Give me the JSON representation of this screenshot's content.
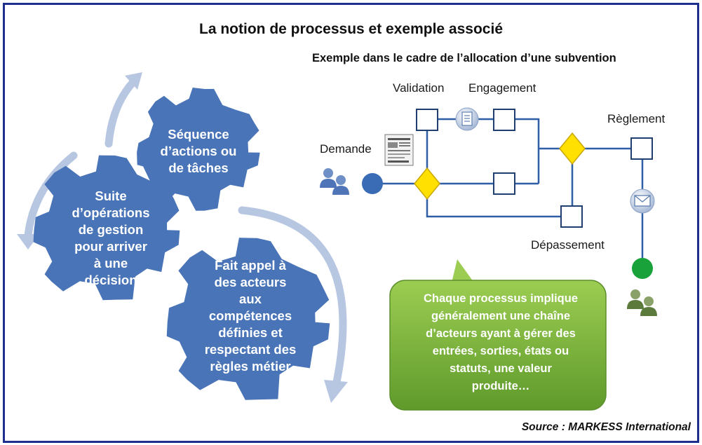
{
  "title": "La notion de processus et exemple associé",
  "subtitle": "Exemple dans le cadre de l’allocation d’une subvention",
  "gears": {
    "top": [
      "Séquence",
      "d’actions ou",
      "de tâches"
    ],
    "left": [
      "Suite",
      "d’opérations",
      "de gestion",
      "pour arriver",
      "à une",
      "décision"
    ],
    "bottom": [
      "Fait appel à",
      "des acteurs",
      "aux",
      "compétences",
      "définies et",
      "respectant des",
      "règles métier"
    ]
  },
  "flow": {
    "demande": "Demande",
    "validation": "Validation",
    "engagement": "Engagement",
    "reglement": "Règlement",
    "depassement": "Dépassement"
  },
  "callout": [
    "Chaque processus implique",
    "généralement une chaîne",
    "d’acteurs ayant à gérer des",
    "entrées, sorties, états ou",
    "statuts, une valeur",
    "produite…"
  ],
  "source": "Source : MARKESS International",
  "colors": {
    "frame": "#1d2f8f",
    "gear": "#4a74b8",
    "arrow": "#b7c7e2",
    "flow_line": "#2e5fa6",
    "diamond": "#ffe000",
    "start_circle": "#3a6bb5",
    "end_circle": "#1aa23a",
    "callout": "#7db43c"
  },
  "icons": [
    "users-icon",
    "document-thumbnail-icon",
    "document-icon",
    "envelope-icon"
  ]
}
